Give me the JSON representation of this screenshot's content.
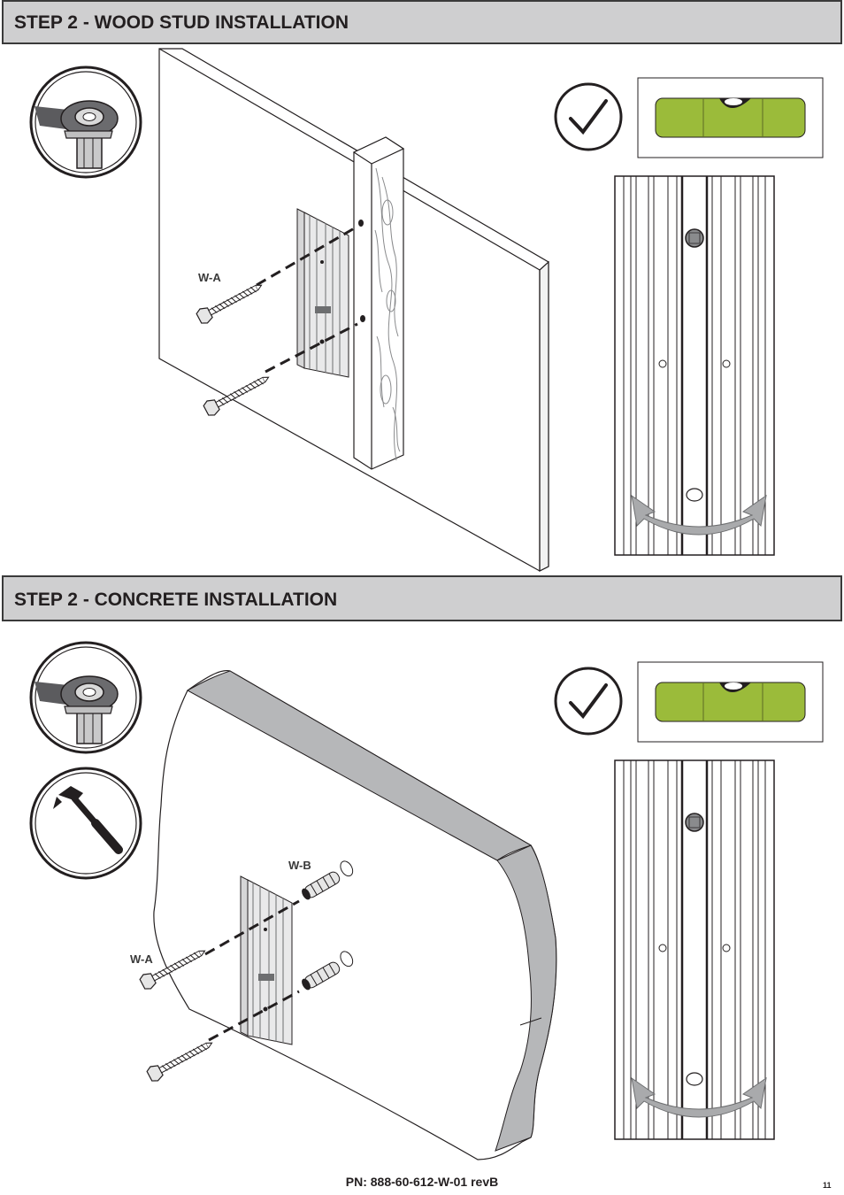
{
  "sections": [
    {
      "title": "STEP 2 - WOOD STUD INSTALLATION",
      "screw_label": "W-A"
    },
    {
      "title": "STEP 2 - CONCRETE INSTALLATION",
      "screw_label": "W-A",
      "anchor_label": "W-B"
    }
  ],
  "footer": {
    "part_number": "PN: 888-60-612-W-01 revB",
    "page": "11"
  },
  "icons": [
    "wrench-socket-icon",
    "hammer-icon",
    "checkmark-icon",
    "bubble-level-icon",
    "rotate-arrow-icon"
  ],
  "colors": {
    "header_bg": "#cfcfd0",
    "level_green": "#9bbb3a",
    "arrow_gray": "#a9aaac"
  }
}
